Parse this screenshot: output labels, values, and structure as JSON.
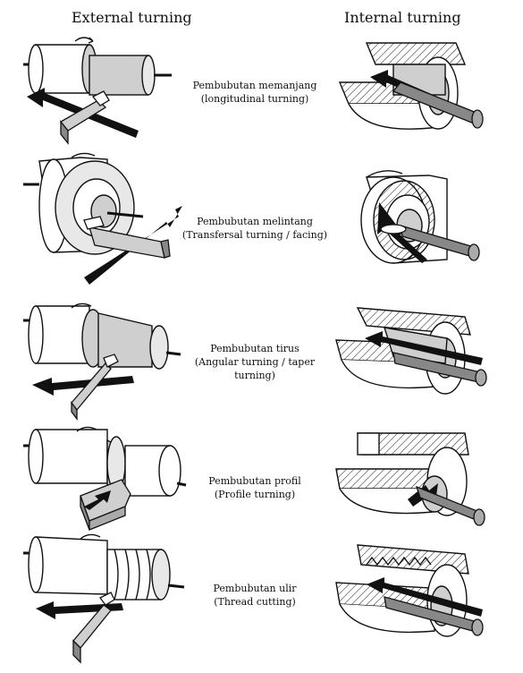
{
  "headers": {
    "external": "External turning",
    "internal": "Internal turning"
  },
  "rows": [
    {
      "name": "Pembubutan memanjang",
      "sub": "(longitudinal turning)"
    },
    {
      "name": "Pembubutan melintang",
      "sub": "(Transfersal turning / facing)"
    },
    {
      "name": "Pembubutan tirus",
      "sub": "(Angular turning / taper turning)"
    },
    {
      "name": "Pembubutan profil",
      "sub": "(Profile turning)"
    },
    {
      "name": "Pembubutan ulir",
      "sub": "(Thread cutting)"
    }
  ]
}
